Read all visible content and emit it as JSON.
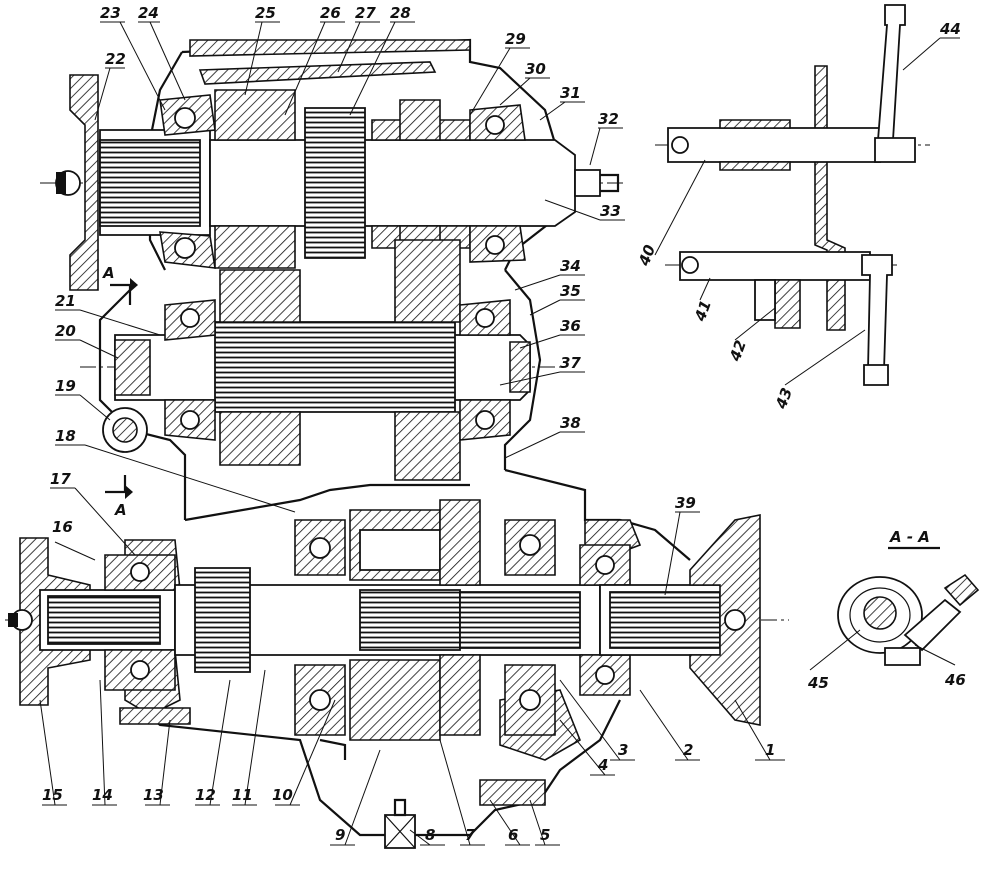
{
  "section": {
    "title": "A - A"
  },
  "section_markers": [
    {
      "letter": "A"
    },
    {
      "letter": "A"
    }
  ],
  "callouts": [
    {
      "label": "1"
    },
    {
      "label": "2"
    },
    {
      "label": "3"
    },
    {
      "label": "4"
    },
    {
      "label": "5"
    },
    {
      "label": "6"
    },
    {
      "label": "7"
    },
    {
      "label": "8"
    },
    {
      "label": "9"
    },
    {
      "label": "10"
    },
    {
      "label": "11"
    },
    {
      "label": "12"
    },
    {
      "label": "13"
    },
    {
      "label": "14"
    },
    {
      "label": "15"
    },
    {
      "label": "16"
    },
    {
      "label": "17"
    },
    {
      "label": "18"
    },
    {
      "label": "19"
    },
    {
      "label": "20"
    },
    {
      "label": "21"
    },
    {
      "label": "22"
    },
    {
      "label": "23"
    },
    {
      "label": "24"
    },
    {
      "label": "25"
    },
    {
      "label": "26"
    },
    {
      "label": "27"
    },
    {
      "label": "28"
    },
    {
      "label": "29"
    },
    {
      "label": "30"
    },
    {
      "label": "31"
    },
    {
      "label": "32"
    },
    {
      "label": "33"
    },
    {
      "label": "34"
    },
    {
      "label": "35"
    },
    {
      "label": "36"
    },
    {
      "label": "37"
    },
    {
      "label": "38"
    },
    {
      "label": "39"
    },
    {
      "label": "40"
    },
    {
      "label": "41"
    },
    {
      "label": "42"
    },
    {
      "label": "43"
    },
    {
      "label": "44"
    },
    {
      "label": "45"
    },
    {
      "label": "46"
    }
  ]
}
